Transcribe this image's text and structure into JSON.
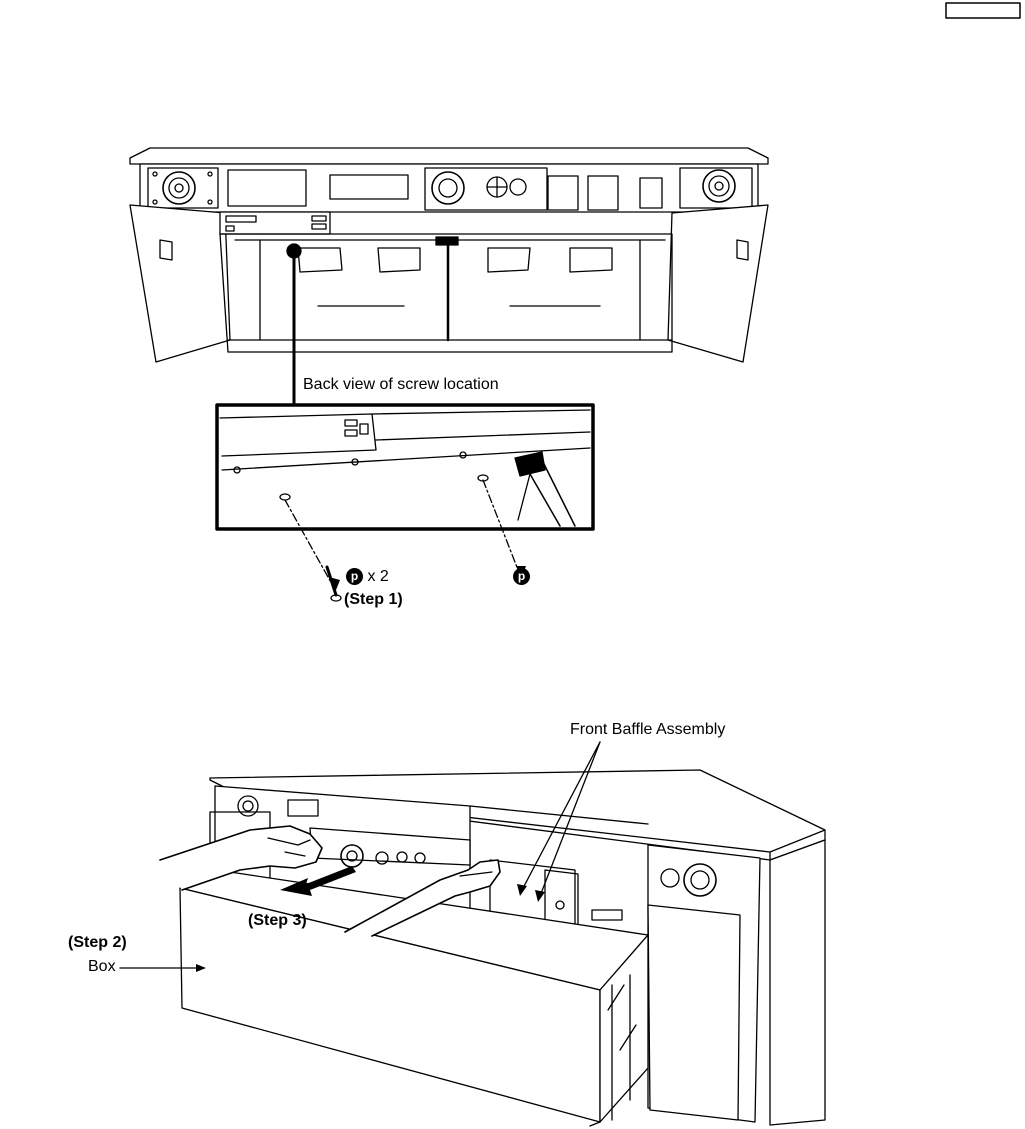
{
  "upper_figure": {
    "callout_title": "Back view of screw location",
    "screw_left": {
      "symbol": "p",
      "count": "x 2",
      "step": "(Step 1)"
    },
    "screw_right": {
      "symbol": "p"
    }
  },
  "lower_figure": {
    "front_baffle_label": "Front Baffle Assembly",
    "step2_label": "(Step 2)",
    "box_label": "Box",
    "step3_label": "(Step 3)"
  }
}
